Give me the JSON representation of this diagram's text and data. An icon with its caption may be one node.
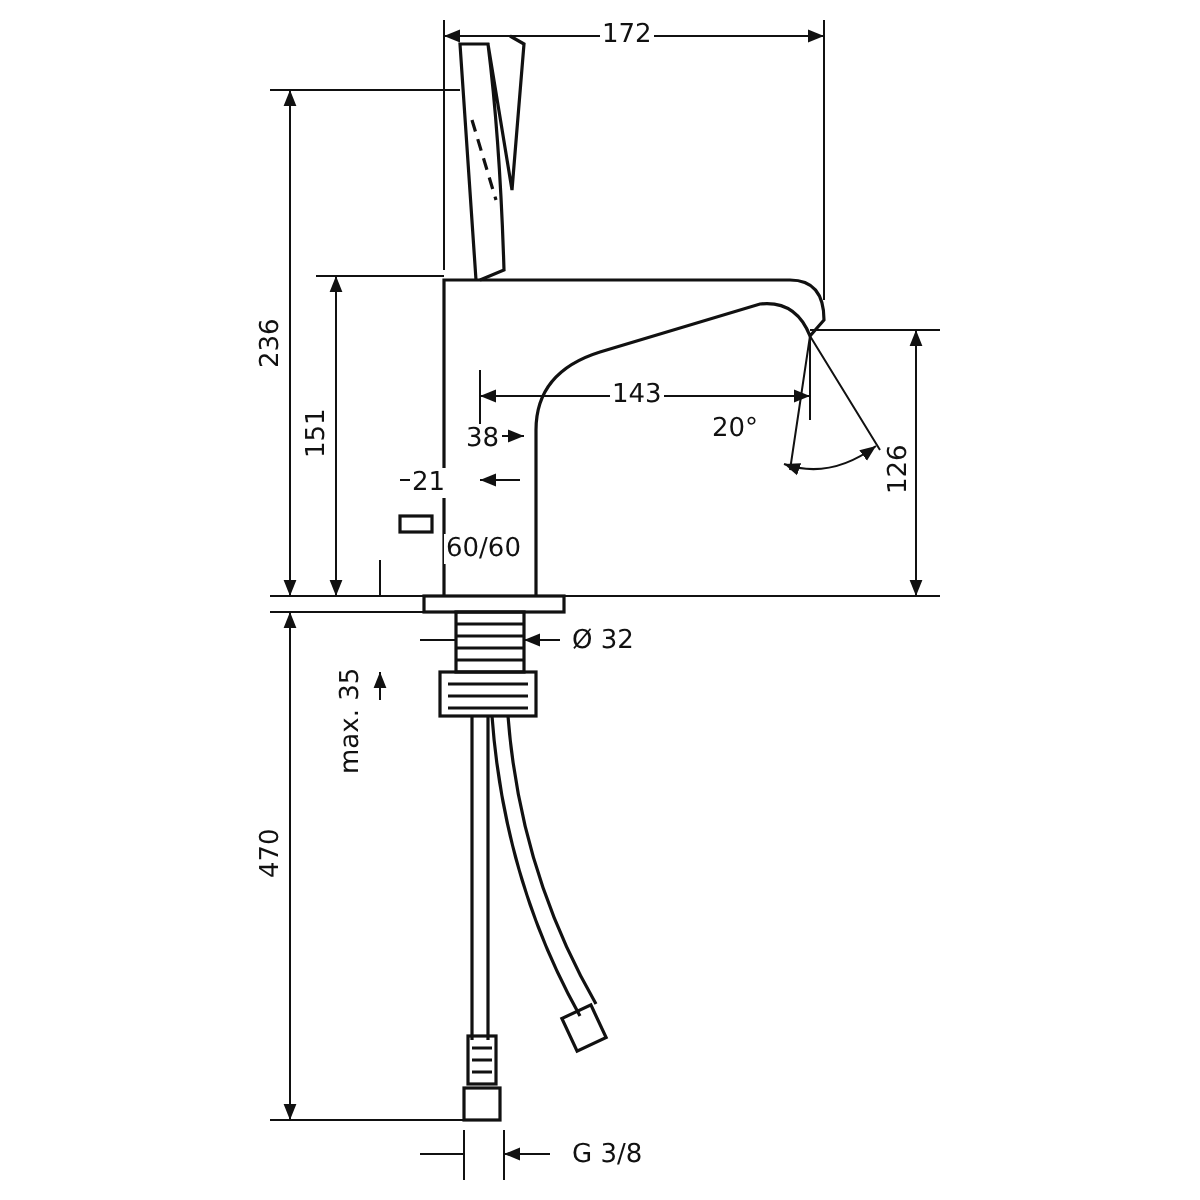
{
  "diagram": {
    "labels": [
      "172",
      "236",
      "151",
      "143",
      "38",
      "21",
      "20°",
      "126",
      "60/60",
      "Ø 32",
      "max. 35",
      "470",
      "G 3/8"
    ]
  }
}
